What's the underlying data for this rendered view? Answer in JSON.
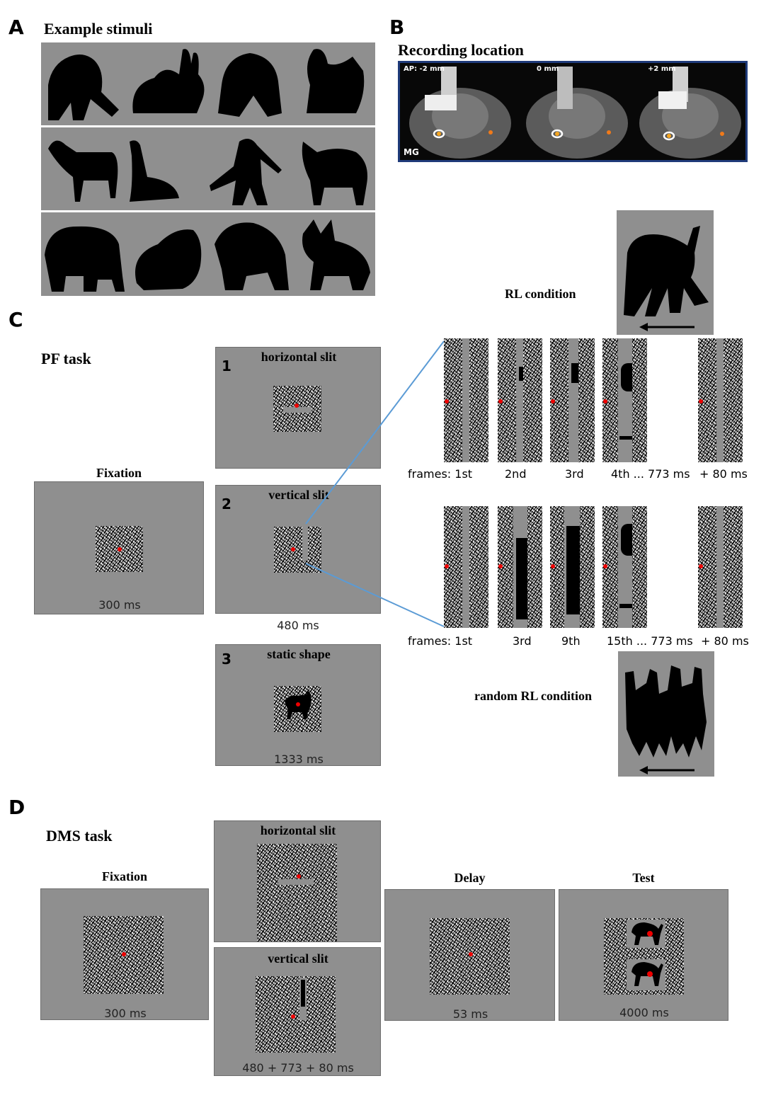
{
  "panels": {
    "a": "A",
    "b": "B",
    "c": "C",
    "d": "D"
  },
  "panel_a": {
    "title": "Example stimuli"
  },
  "panel_b": {
    "title": "Recording location",
    "slices": [
      {
        "label": "AP: -2 mm"
      },
      {
        "label": "0 mm"
      },
      {
        "label": "+2 mm"
      }
    ],
    "region": "MG"
  },
  "panel_c": {
    "task": "PF task",
    "fixation": {
      "title": "Fixation",
      "duration": "300 ms"
    },
    "screens": [
      {
        "number": "1",
        "title": "horizontal slit"
      },
      {
        "number": "2",
        "title": "vertical slit",
        "duration": "480 ms"
      },
      {
        "number": "3",
        "title": "static shape",
        "duration": "1333 ms"
      }
    ],
    "rl_condition": "RL condition",
    "random_rl_condition": "random RL condition",
    "frames_top": [
      "frames:  1st",
      "2nd",
      "3rd",
      "4th ... 773 ms",
      "+ 80 ms"
    ],
    "frames_bottom": [
      "frames:  1st",
      "3rd",
      "9th",
      "15th ... 773 ms",
      "+ 80 ms"
    ]
  },
  "panel_d": {
    "task": "DMS task",
    "fixation": {
      "title": "Fixation",
      "duration": "300 ms"
    },
    "horizontal": {
      "title": "horizontal slit"
    },
    "vertical": {
      "title": "vertical slit",
      "duration": "480 + 773 + 80 ms"
    },
    "delay": {
      "title": "Delay",
      "duration": "53 ms"
    },
    "test": {
      "title": "Test",
      "duration": "4000 ms"
    }
  },
  "colors": {
    "gray_background": "#8f8f8f",
    "fixation_point": "#e00000",
    "connector": "#5b9bd5",
    "mri_frame": "#1f3b7a"
  }
}
